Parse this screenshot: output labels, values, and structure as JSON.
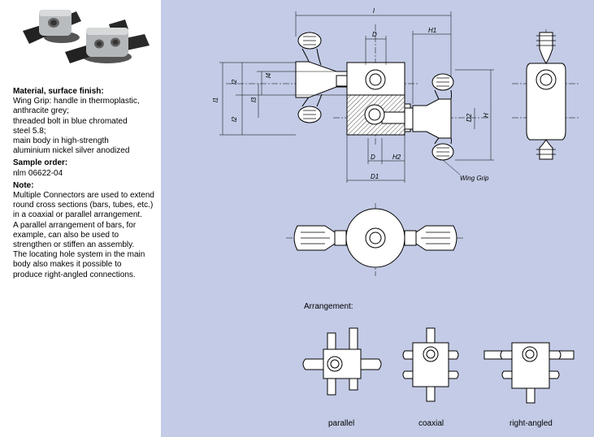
{
  "sidebar": {
    "material_heading": "Material, surface finish:",
    "material_lines": [
      "Wing Grip: handle in thermoplastic,",
      "anthracite grey;",
      "threaded bolt in blue chromated",
      "steel 5.8;",
      "main body in high-strength",
      "aluminium nickel silver anodized"
    ],
    "order_heading": "Sample order:",
    "order_value": "nlm 06622-04",
    "note_heading": "Note:",
    "note_lines": [
      "Multiple Connectors are used to extend",
      "round cross sections (bars, tubes, etc.)",
      "in a coaxial or parallel arrangement.",
      "A parallel arrangement of bars, for",
      "example, can also be used to",
      "strengthen or stiffen an assembly.",
      "The locating hole system in the main",
      "body also makes it possible to",
      "produce right-angled connections."
    ]
  },
  "drawing": {
    "dims": {
      "l": "l",
      "d_top": "D",
      "h1": "H1",
      "l4": "l4",
      "l2a": "l2",
      "l1": "l1",
      "l3": "l3",
      "l2b": "l2",
      "d2": "D2",
      "h": "H",
      "d_bot": "D",
      "h2": "H2",
      "d1": "D1"
    },
    "wing_grip_label": "Wing Grip",
    "arrangement_label": "Arrangement:",
    "captions": {
      "parallel": "parallel",
      "coaxial": "coaxial",
      "right_angled": "right-angled"
    }
  }
}
